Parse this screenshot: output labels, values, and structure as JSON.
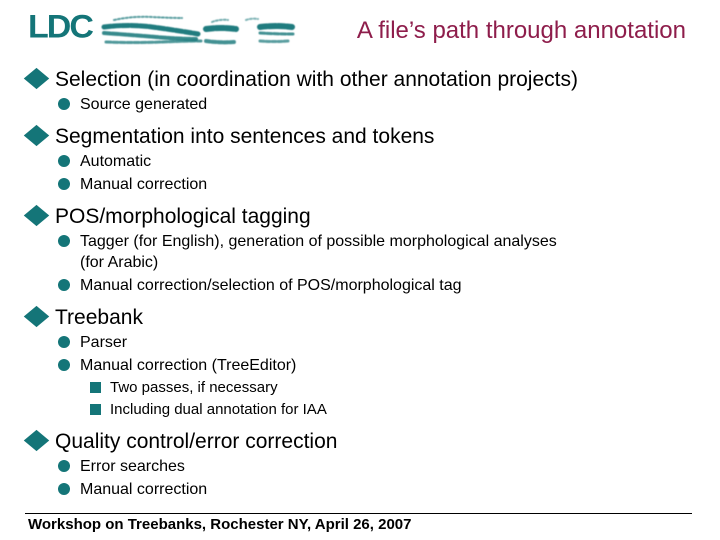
{
  "logo": {
    "text": "LDC"
  },
  "title": "A file’s path through annotation",
  "colors": {
    "teal": "#147578",
    "title_maroon": "#8E1D4B",
    "body_text": "#000000"
  },
  "sections": [
    {
      "label": "Selection (in coordination with other annotation projects)",
      "children": [
        {
          "label": "Source generated"
        }
      ]
    },
    {
      "label": "Segmentation into sentences and tokens",
      "children": [
        {
          "label": "Automatic"
        },
        {
          "label": "Manual correction"
        }
      ]
    },
    {
      "label": "POS/morphological tagging",
      "children": [
        {
          "label": "Tagger (for English), generation of possible morphological analyses (for Arabic)"
        },
        {
          "label": "Manual correction/selection of POS/morphological tag"
        }
      ]
    },
    {
      "label": "Treebank",
      "children": [
        {
          "label": "Parser"
        },
        {
          "label": "Manual correction (TreeEditor)",
          "children": [
            {
              "label": "Two passes, if necessary"
            },
            {
              "label": "Including dual annotation for IAA"
            }
          ]
        }
      ]
    },
    {
      "label": "Quality control/error correction",
      "children": [
        {
          "label": "Error searches"
        },
        {
          "label": "Manual correction"
        }
      ]
    }
  ],
  "footer": "Workshop on Treebanks, Rochester NY, April 26, 2007"
}
